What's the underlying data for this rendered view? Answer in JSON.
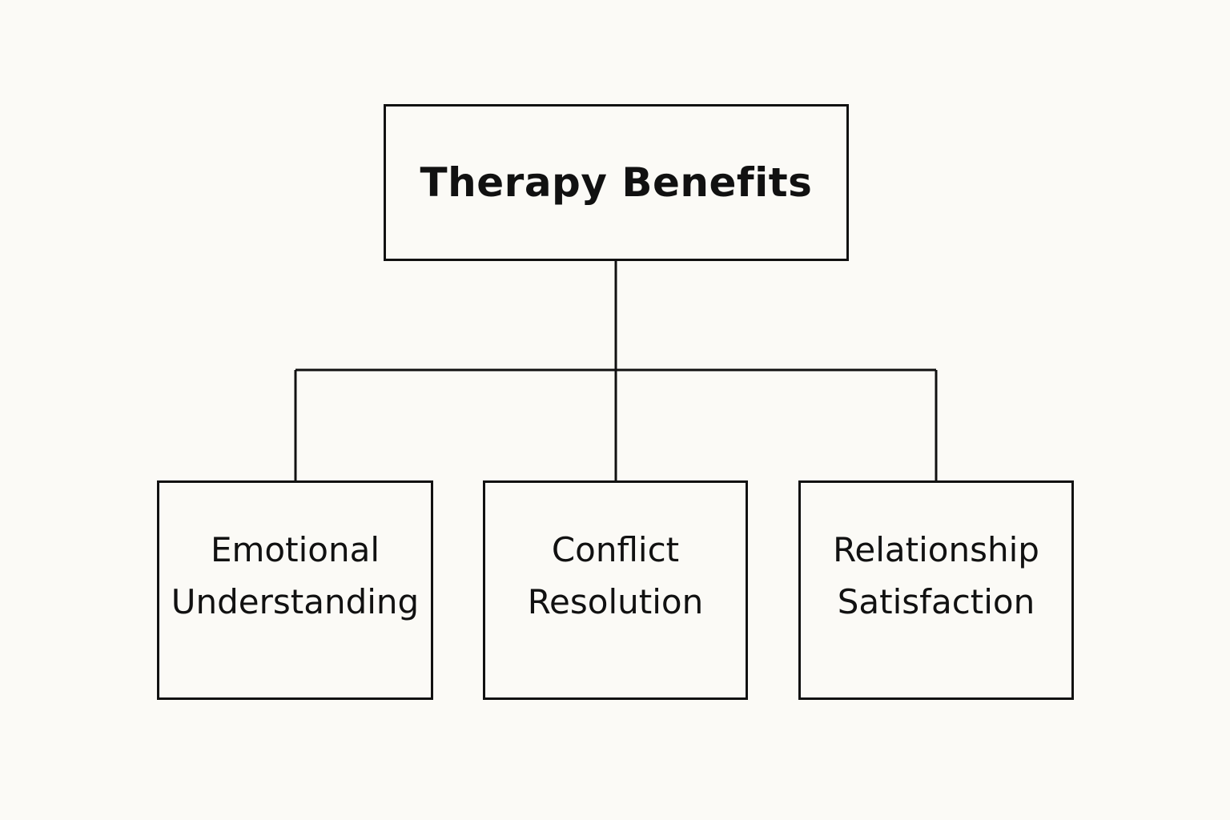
{
  "diagram": {
    "type": "hierarchy",
    "root": {
      "label": "Therapy Benefits"
    },
    "children": [
      {
        "line1": "Emotional",
        "line2": "Understanding"
      },
      {
        "line1": "Conflict",
        "line2": "Resolution"
      },
      {
        "line1": "Relationship",
        "line2": "Satisfaction"
      }
    ],
    "colors": {
      "background": "#fbfaf6",
      "stroke": "#111111",
      "text": "#111111"
    }
  }
}
